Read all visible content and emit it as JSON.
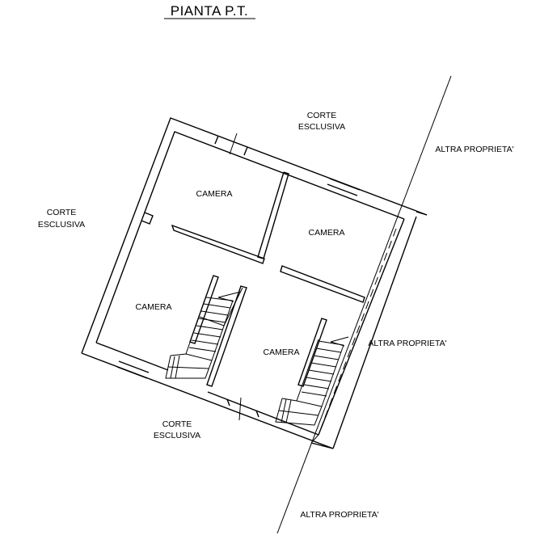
{
  "title": "PIANTA P.T.",
  "labels": {
    "corte_top": [
      "CORTE",
      "ESCLUSIVA"
    ],
    "corte_left": [
      "CORTE",
      "ESCLUSIVA"
    ],
    "corte_bottom": [
      "CORTE",
      "ESCLUSIVA"
    ],
    "altra_top": "ALTRA PROPRIETA'",
    "altra_middle": "ALTRA PROPRIETA'",
    "altra_bottom": "ALTRA PROPRIETA'"
  },
  "rooms": {
    "camera_nw": "CAMERA",
    "camera_ne": "CAMERA",
    "camera_sw": "CAMERA",
    "camera_se": "CAMERA"
  }
}
